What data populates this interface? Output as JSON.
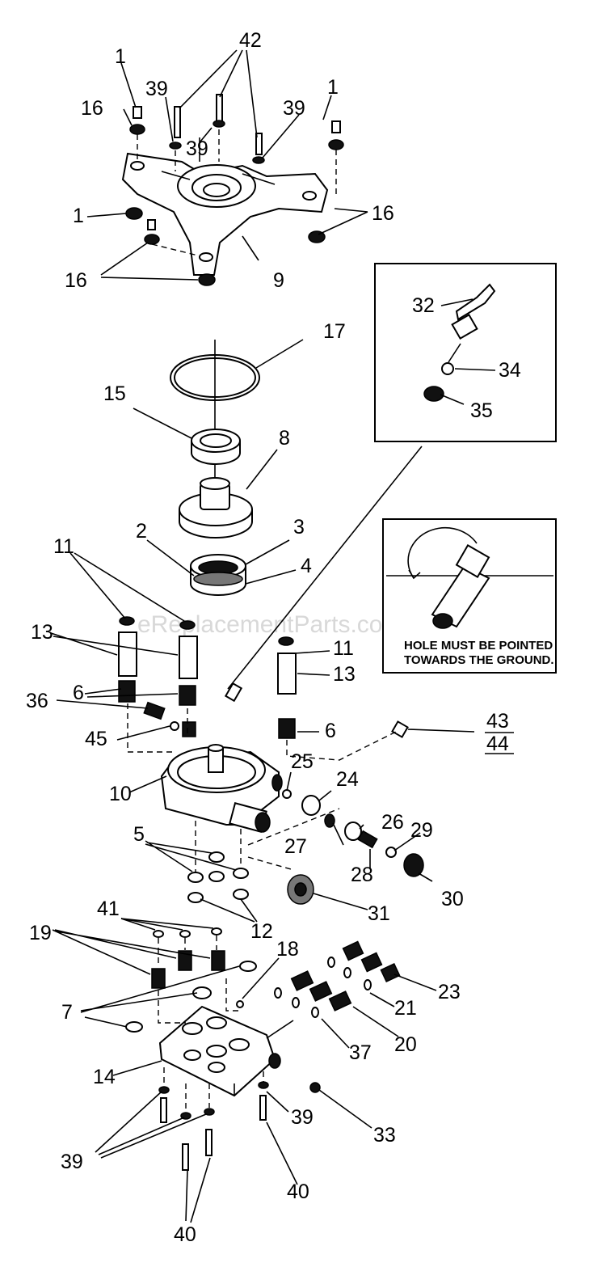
{
  "watermark": "eReplacementParts.com",
  "note": {
    "line1": "HOLE MUST BE POINTED",
    "line2": "TOWARDS THE GROUND."
  },
  "callouts": [
    {
      "id": "c-42",
      "text": "42"
    },
    {
      "id": "c-1a",
      "text": "1"
    },
    {
      "id": "c-1b",
      "text": "1"
    },
    {
      "id": "c-39a",
      "text": "39"
    },
    {
      "id": "c-39b",
      "text": "39"
    },
    {
      "id": "c-39c",
      "text": "39"
    },
    {
      "id": "c-16a",
      "text": "16"
    },
    {
      "id": "c-1c",
      "text": "1"
    },
    {
      "id": "c-16b",
      "text": "16"
    },
    {
      "id": "c-16c",
      "text": "16"
    },
    {
      "id": "c-9",
      "text": "9"
    },
    {
      "id": "c-17",
      "text": "17"
    },
    {
      "id": "c-15",
      "text": "15"
    },
    {
      "id": "c-8",
      "text": "8"
    },
    {
      "id": "c-2",
      "text": "2"
    },
    {
      "id": "c-3",
      "text": "3"
    },
    {
      "id": "c-4",
      "text": "4"
    },
    {
      "id": "c-32",
      "text": "32"
    },
    {
      "id": "c-34",
      "text": "34"
    },
    {
      "id": "c-35",
      "text": "35"
    },
    {
      "id": "c-11a",
      "text": "11"
    },
    {
      "id": "c-13a",
      "text": "13"
    },
    {
      "id": "c-11b",
      "text": "11"
    },
    {
      "id": "c-13b",
      "text": "13"
    },
    {
      "id": "c-6a",
      "text": "6"
    },
    {
      "id": "c-36",
      "text": "36"
    },
    {
      "id": "c-45",
      "text": "45"
    },
    {
      "id": "c-6b",
      "text": "6"
    },
    {
      "id": "c-43",
      "text": "43"
    },
    {
      "id": "c-44",
      "text": "44"
    },
    {
      "id": "c-25",
      "text": "25"
    },
    {
      "id": "c-24",
      "text": "24"
    },
    {
      "id": "c-10",
      "text": "10"
    },
    {
      "id": "c-26",
      "text": "26"
    },
    {
      "id": "c-29",
      "text": "29"
    },
    {
      "id": "c-27",
      "text": "27"
    },
    {
      "id": "c-28",
      "text": "28"
    },
    {
      "id": "c-5",
      "text": "5"
    },
    {
      "id": "c-30",
      "text": "30"
    },
    {
      "id": "c-31",
      "text": "31"
    },
    {
      "id": "c-12",
      "text": "12"
    },
    {
      "id": "c-41",
      "text": "41"
    },
    {
      "id": "c-19",
      "text": "19"
    },
    {
      "id": "c-18",
      "text": "18"
    },
    {
      "id": "c-23",
      "text": "23"
    },
    {
      "id": "c-21",
      "text": "21"
    },
    {
      "id": "c-7",
      "text": "7"
    },
    {
      "id": "c-20",
      "text": "20"
    },
    {
      "id": "c-37",
      "text": "37"
    },
    {
      "id": "c-14",
      "text": "14"
    },
    {
      "id": "c-39d",
      "text": "39"
    },
    {
      "id": "c-33",
      "text": "33"
    },
    {
      "id": "c-39e",
      "text": "39"
    },
    {
      "id": "c-40a",
      "text": "40"
    },
    {
      "id": "c-40b",
      "text": "40"
    }
  ]
}
